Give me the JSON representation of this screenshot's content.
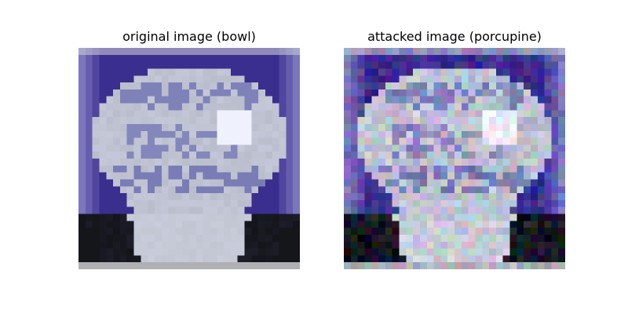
{
  "figure": {
    "left_panel": {
      "title": "original image (bowl)"
    },
    "right_panel": {
      "title": "attacked image (porcupine)"
    }
  },
  "image_content": {
    "subject": "bowl",
    "resolution": "32x32 pixelated",
    "colors": {
      "background_top": "#3a2e8f",
      "background_edge": "#8c88c8",
      "bowl_body": "#c4c8d8",
      "bowl_highlight": "#e8ecfa",
      "bowl_pattern": "#5a5ca8",
      "table_dark": "#121418",
      "bottom_strip": "#b0b0b4"
    }
  }
}
